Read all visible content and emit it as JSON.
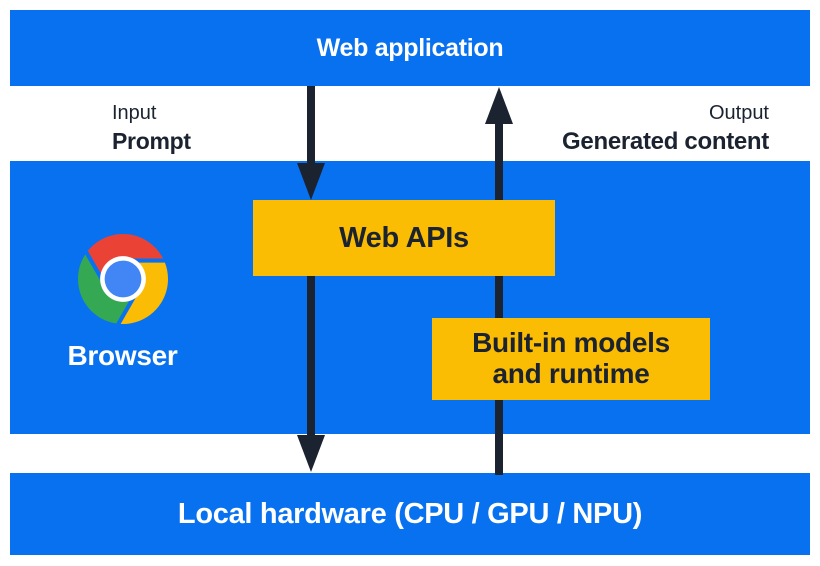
{
  "colors": {
    "blue": "#0871F0",
    "yellow": "#FBBC04",
    "navy": "#1B2230",
    "white": "#FFFFFF",
    "chrome_red": "#EA4335",
    "chrome_green": "#34A853",
    "chrome_yellow": "#FBBC05",
    "chrome_blue": "#4285F4"
  },
  "diagram": {
    "top_bar": {
      "label": "Web application"
    },
    "flow_labels": {
      "input_title": "Input",
      "input_value": "Prompt",
      "output_title": "Output",
      "output_value": "Generated content"
    },
    "browser": {
      "label": "Browser"
    },
    "boxes": {
      "web_apis": "Web APIs",
      "builtin_models_line1": "Built-in models",
      "builtin_models_line2": "and runtime"
    },
    "bottom_bar": {
      "label": "Local hardware (CPU / GPU / NPU)"
    }
  }
}
